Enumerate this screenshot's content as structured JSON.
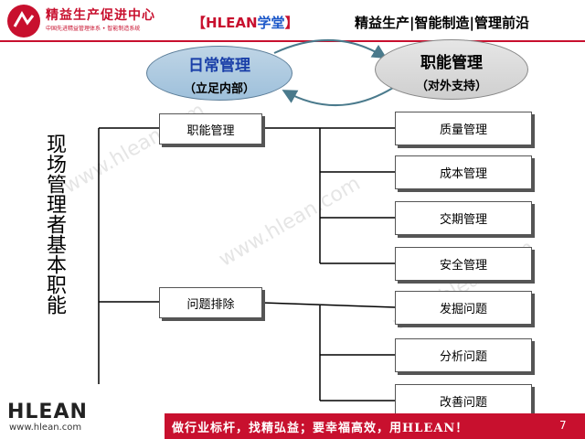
{
  "header": {
    "logo_title": "精益生产促进中心",
    "logo_subtitle": "中国先进精益管理体系 • 智能制造系统",
    "brand_bracket_open": "【",
    "brand_name": "HLEAN",
    "brand_school": "学堂",
    "brand_bracket_close": "】",
    "tagline": "精益生产|智能制造|管理前沿"
  },
  "diagram": {
    "ellipse_left": {
      "main": "日常管理",
      "sub": "（立足内部）"
    },
    "ellipse_right": {
      "main": "职能管理",
      "sub": "（对外支持）"
    },
    "vertical_title": "现场管理者基本职能",
    "branch_1": {
      "label": "职能管理",
      "children": [
        "质量管理",
        "成本管理",
        "交期管理",
        "安全管理"
      ]
    },
    "branch_2": {
      "label": "问题排除",
      "children": [
        "发掘问题",
        "分析问题",
        "改善问题"
      ]
    }
  },
  "watermark": "www.hlean.com",
  "footer": {
    "logo": "HLEAN",
    "url": "www.hlean.com",
    "slogan": "做行业标杆，找精弘益；要幸福高效，用HLEAN！",
    "page_number": "7"
  },
  "colors": {
    "brand_red": "#c8102e",
    "brand_blue": "#1a56c8",
    "ellipse_left_fill": "#bfd5e6",
    "ellipse_right_fill": "#d9d9d9"
  }
}
